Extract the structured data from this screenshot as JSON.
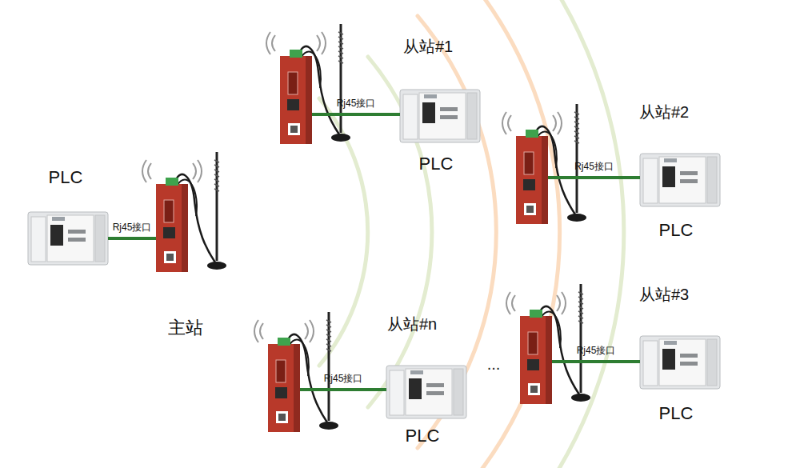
{
  "diagram": {
    "nodes": [
      {
        "text": [
          "PLC"
        ]
      },
      {
        "text": [
          "主站"
        ]
      },
      {
        "text": [
          "从站#1"
        ]
      },
      {
        "text": [
          "PLC"
        ]
      },
      {
        "text": [
          "从站#2"
        ]
      },
      {
        "text": [
          "PLC"
        ]
      },
      {
        "text": [
          "从站#n"
        ]
      },
      {
        "text": [
          "PLC"
        ]
      },
      {
        "text": [
          "从站#3"
        ]
      },
      {
        "text": [
          "PLC"
        ]
      }
    ],
    "edges": [
      {
        "from": 0,
        "to": 1,
        "arrow": "none",
        "label": "Rj45接口"
      },
      {
        "from": 2,
        "to": 3,
        "arrow": "none",
        "label": "Rj45接口"
      },
      {
        "from": 4,
        "to": 5,
        "arrow": "none",
        "label": "Rj45接口"
      },
      {
        "from": 6,
        "to": 7,
        "arrow": "none",
        "label": "Rj45接口"
      },
      {
        "from": 8,
        "to": 9,
        "arrow": "none",
        "label": "Rj45接口"
      }
    ],
    "labels": [
      "..."
    ]
  }
}
